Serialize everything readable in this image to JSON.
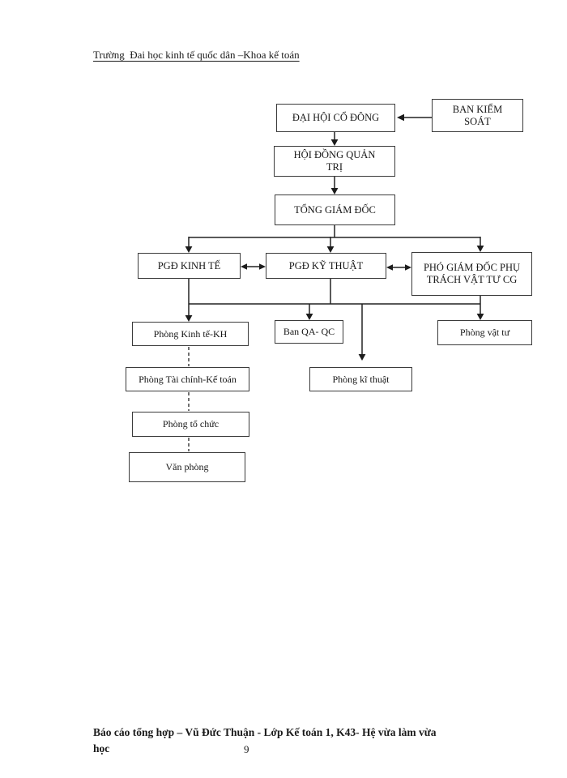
{
  "header": {
    "text": "Trường  Đai học kinh tế quốc dân –Khoa kế toán"
  },
  "diagram": {
    "nodes": {
      "dai_hoi_co_dong": {
        "label": "ĐẠI HỘI CỔ ĐÔNG"
      },
      "ban_kiem_soat": {
        "label": "BAN KIỂM\nSOÁT"
      },
      "hoi_dong_quan_tri": {
        "label": "HỘI ĐỒNG QUẢN\nTRỊ"
      },
      "tong_giam_doc": {
        "label": "TỔNG GIÁM ĐỐC"
      },
      "pgd_kinh_te": {
        "label": "PGĐ KINH TẾ"
      },
      "pgd_ky_thuat": {
        "label": "PGĐ KỸ THUẬT"
      },
      "pho_gd_vat_tu": {
        "label": "PHÓ GIÁM ĐỐC PHỤ\nTRÁCH VẬT TƯ CG"
      },
      "phong_kinh_te_kh": {
        "label": "Phòng Kinh tế-KH"
      },
      "ban_qa_qc": {
        "label": "Ban QA- QC"
      },
      "phong_vat_tu": {
        "label": "Phòng vật tư"
      },
      "phong_tai_chinh_ke_toan": {
        "label": "Phòng Tài chính-Kế toán"
      },
      "phong_ki_thuat": {
        "label": "Phòng kĩ thuật"
      },
      "phong_to_chuc": {
        "label": "Phòng tổ chức"
      },
      "van_phong": {
        "label": "Văn phòng"
      }
    },
    "edges": [
      {
        "from": "ban_kiem_soat",
        "to": "dai_hoi_co_dong",
        "type": "arrow"
      },
      {
        "from": "dai_hoi_co_dong",
        "to": "hoi_dong_quan_tri",
        "type": "arrow"
      },
      {
        "from": "hoi_dong_quan_tri",
        "to": "tong_giam_doc",
        "type": "arrow"
      },
      {
        "from": "tong_giam_doc",
        "to": "pgd_kinh_te",
        "type": "arrow"
      },
      {
        "from": "tong_giam_doc",
        "to": "pgd_ky_thuat",
        "type": "arrow"
      },
      {
        "from": "tong_giam_doc",
        "to": "pho_gd_vat_tu",
        "type": "arrow"
      },
      {
        "from": "pgd_kinh_te",
        "to": "pgd_ky_thuat",
        "type": "double-arrow"
      },
      {
        "from": "pgd_ky_thuat",
        "to": "pho_gd_vat_tu",
        "type": "double-arrow"
      },
      {
        "from": "pgd_kinh_te",
        "to": "phong_kinh_te_kh",
        "type": "arrow"
      },
      {
        "from": "pgd_ky_thuat",
        "to": "ban_qa_qc",
        "type": "arrow"
      },
      {
        "from": "pgd_ky_thuat",
        "to": "phong_ki_thuat",
        "type": "arrow"
      },
      {
        "from": "pho_gd_vat_tu",
        "to": "phong_vat_tu",
        "type": "arrow"
      },
      {
        "from": "phong_kinh_te_kh",
        "to": "phong_tai_chinh_ke_toan",
        "type": "dashed"
      },
      {
        "from": "phong_tai_chinh_ke_toan",
        "to": "phong_to_chuc",
        "type": "dashed"
      },
      {
        "from": "phong_to_chuc",
        "to": "van_phong",
        "type": "dashed"
      }
    ],
    "line_color": "#222222",
    "box_border_color": "#3b3b3b"
  },
  "footer": {
    "lines": [
      "Báo cáo tổng hợp – Vũ Đức Thuận - Lớp Kế toán 1, K43- Hệ vừa làm  vừa",
      "học"
    ],
    "page_number": "9"
  }
}
